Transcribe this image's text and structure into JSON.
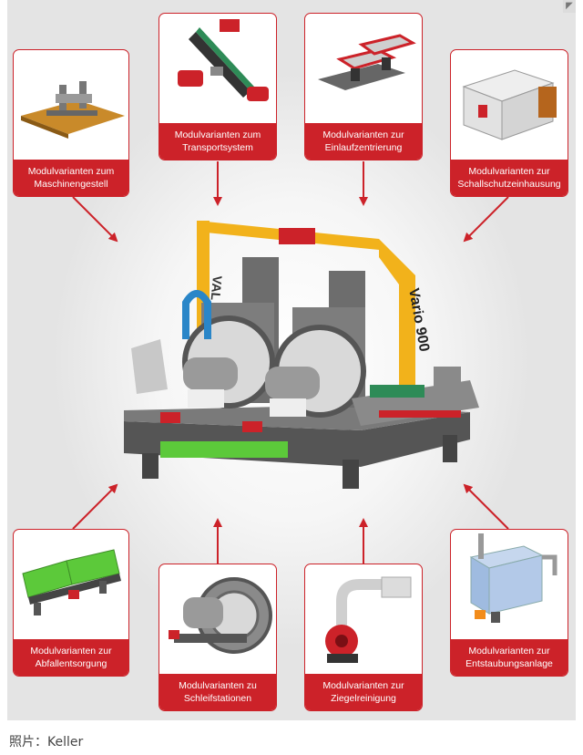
{
  "cards": [
    {
      "id": "maschinengestell",
      "line1": "Modulvarianten zum",
      "line2": "Maschinengestell",
      "icon": "machine-frame-icon"
    },
    {
      "id": "transportsystem",
      "line1": "Modulvarianten zum",
      "line2": "Transportsystem",
      "icon": "transport-system-icon"
    },
    {
      "id": "einlaufzentrierung",
      "line1": "Modulvarianten zur",
      "line2": "Einlaufzentrierung",
      "icon": "inlet-centering-icon"
    },
    {
      "id": "schallschutzeinhausung",
      "line1": "Modulvarianten zur",
      "line2": "Schallschutzeinhausung",
      "icon": "soundproof-enclosure-icon"
    },
    {
      "id": "abfallentsorgung",
      "line1": "Modulvarianten zur",
      "line2": "Abfallentsorgung",
      "icon": "waste-disposal-icon"
    },
    {
      "id": "schleifstationen",
      "line1": "Modulvarianten zu",
      "line2": "Schleifstationen",
      "icon": "grinding-station-icon"
    },
    {
      "id": "ziegelreinigung",
      "line1": "Modulvarianten zur",
      "line2": "Ziegelreinigung",
      "icon": "brick-cleaning-icon"
    },
    {
      "id": "entstaubungsanlage",
      "line1": "Modulvarianten zur",
      "line2": "Entstaubungsanlage",
      "icon": "dust-extraction-icon"
    }
  ],
  "machine": {
    "label": "Vario 900",
    "icon": "grinding-machine-icon"
  },
  "caption": "照片：Keller",
  "colors": {
    "accent": "#cc2229",
    "machine_yellow": "#f2b21b",
    "machine_grey": "#6d6d6d",
    "waste_green": "#5cc93a"
  }
}
